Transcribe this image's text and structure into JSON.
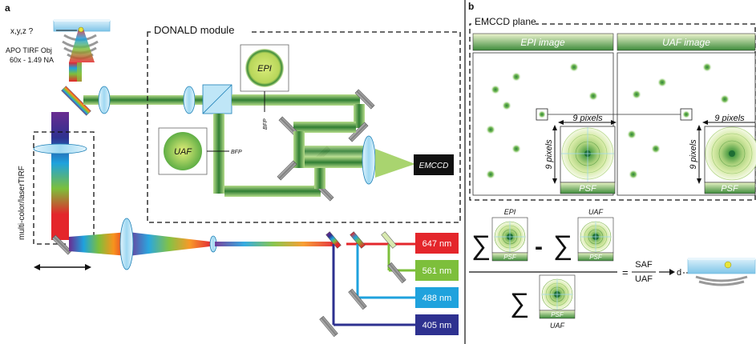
{
  "panels": {
    "a": "a",
    "b": "b"
  },
  "objective": {
    "position_label": "x,y,z ?",
    "name_line1": "APO TIRF Obj",
    "name_line2": "60x - 1.49 NA"
  },
  "donald_module": {
    "title": "DONALD module",
    "epi_label": "EPI",
    "uaf_label": "UAF",
    "bfp_label_1": "BFP",
    "bfp_label_2": "BFP",
    "detector": "EMCCD"
  },
  "illumination": {
    "title": "multi-color/laserTIRF",
    "lasers": [
      {
        "label": "647 nm",
        "color": "#e4262b"
      },
      {
        "label": "561 nm",
        "color": "#7dbf3b"
      },
      {
        "label": "488 nm",
        "color": "#1fa2dd"
      },
      {
        "label": "405 nm",
        "color": "#2e3190"
      }
    ]
  },
  "emccd_plane": {
    "title": "EMCCD plane",
    "epi_header": "EPI image",
    "uaf_header": "UAF image",
    "pixel_label": "9 pixels",
    "psf_label": "PSF"
  },
  "formula": {
    "sum_symbol": "∑",
    "minus": "-",
    "equals": "=",
    "epi_label": "EPI",
    "uaf_label": "UAF",
    "psf_label": "PSF",
    "numerator": "SAF",
    "denominator": "UAF",
    "result": "d"
  },
  "colors": {
    "beam_green": "#8cc63f",
    "beam_dark": "#3d8b3a",
    "lens_fill": "#bfe6f7",
    "lens_stroke": "#1b7fb6",
    "mirror": "#8a8a8a"
  }
}
